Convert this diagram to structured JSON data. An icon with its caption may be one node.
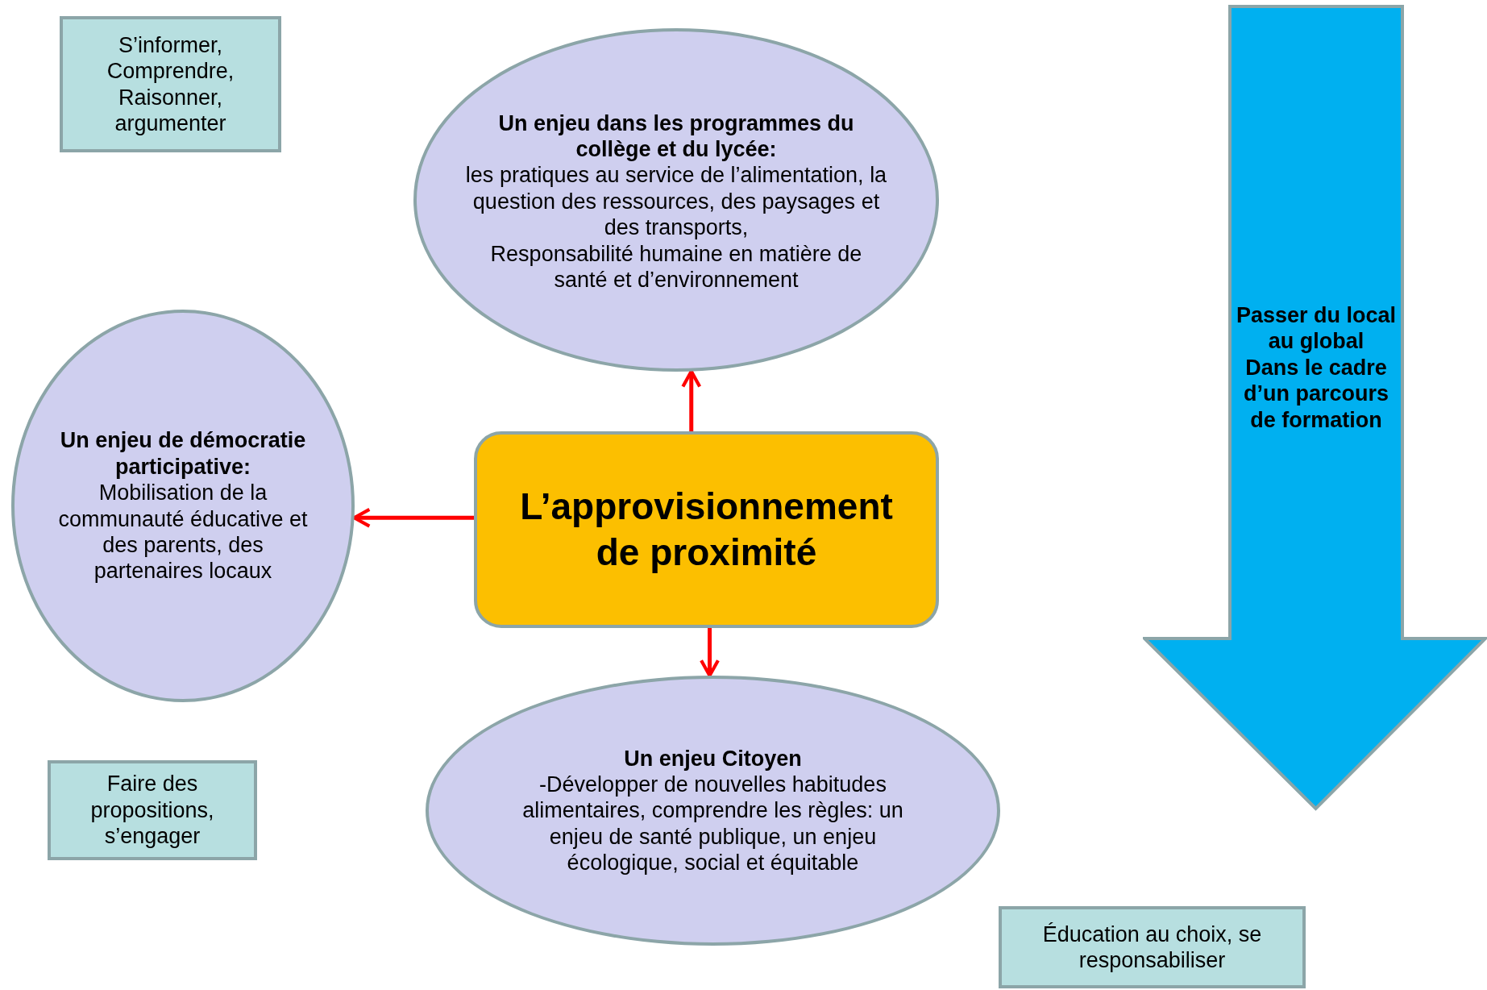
{
  "diagram": {
    "nodes": [
      {
        "text": [
          "S’informer, Comprendre, Raisonner, argumenter"
        ]
      },
      {
        "text": [
          "Un enjeu dans les programmes du collège et du lycée:",
          "les pratiques au service de l’alimentation, la question des ressources, des paysages et des transports,",
          "Responsabilité humaine en matière de santé et d’environnement"
        ]
      },
      {
        "text": [
          "Un enjeu de démocratie participative:",
          "Mobilisation de la communauté éducative et des parents, des partenaires locaux"
        ]
      },
      {
        "text": [
          "L’approvisionnement de proximité"
        ]
      },
      {
        "text": [
          "Passer du local au global",
          "Dans le cadre d’un parcours de formation"
        ]
      },
      {
        "text": [
          "Faire des propositions, s’engager"
        ]
      },
      {
        "text": [
          "Un enjeu Citoyen",
          "-Développer de nouvelles habitudes alimentaires, comprendre les règles: un enjeu de santé publique, un enjeu écologique, social et équitable"
        ]
      },
      {
        "text": [
          "Éducation au choix, se responsabiliser"
        ]
      }
    ],
    "edges": [
      {
        "from": 3,
        "to": 1,
        "arrow": "to"
      },
      {
        "from": 3,
        "to": 2,
        "arrow": "to"
      },
      {
        "from": 3,
        "to": 6,
        "arrow": "to"
      }
    ]
  }
}
